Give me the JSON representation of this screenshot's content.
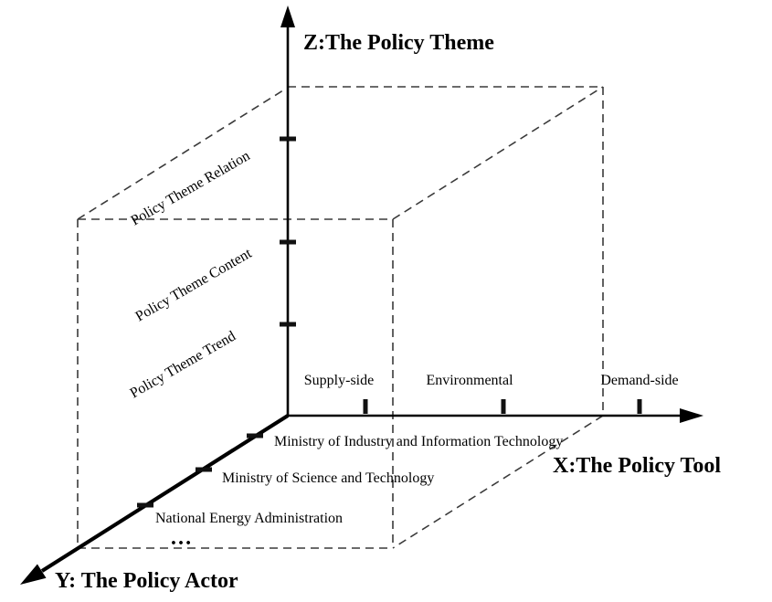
{
  "figure": {
    "background": "#ffffff",
    "axis_color": "#000000",
    "dash_color": "#3a3a3a"
  },
  "axes": {
    "z": {
      "title": "Z:The Policy Theme",
      "labels": [
        "Policy Theme Relation",
        "Policy Theme Content",
        "Policy Theme Trend"
      ]
    },
    "x": {
      "title": "X:The Policy Tool",
      "labels": [
        "Supply-side",
        "Environmental",
        "Demand-side"
      ]
    },
    "y": {
      "title": "Y: The Policy Actor",
      "labels": [
        "Ministry of Industry and Information Technology",
        "Ministry of Science and Technology",
        "National Energy Administration"
      ],
      "ellipsis": "…"
    }
  }
}
